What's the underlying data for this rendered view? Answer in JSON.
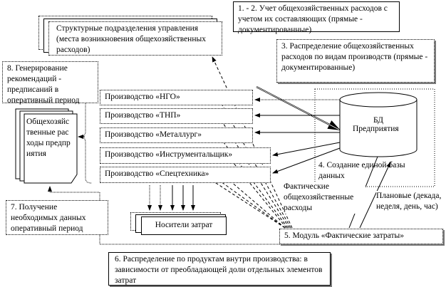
{
  "boxes": {
    "accounting": "1. - 2. Учет общехозяйственных расходов с учетом их составляющих (прямые - документированные)",
    "distribution": "3. Распределение общехозяйственных расходов по видам производств (прямые - документированные)",
    "structural_units": "Структурные подразделения управления (места возникновения общехозяйственных расходов)",
    "recommendations": "8. Генерирование рекомендаций - предписаний в оперативный период",
    "enterprise_costs": "Общехозяйственные расходы предприятия",
    "obtaining_data": "7. Получение необходимых данных оперативный период",
    "cost_carriers": "Носители затрат",
    "module": "5. Модуль «Фактические затраты»",
    "product_distribution": "6. Распределение по продуктам внутри производства: в зависимости от преобладающей доли отдельных элементов затрат"
  },
  "productions": [
    "Производство «НГО»",
    "Производство «ТНП»",
    "Производство «Металлург»",
    "Производство «Инструментальщик»",
    "Производство «Спецтехника»"
  ],
  "database": {
    "title": "БД",
    "subtitle": "Предприятия",
    "caption": "4. Создание единой базы данных"
  },
  "labels": {
    "actual": "Фактические общехозяйственные расходы",
    "planned": "Плановые (декада, неделя, день, час)"
  }
}
